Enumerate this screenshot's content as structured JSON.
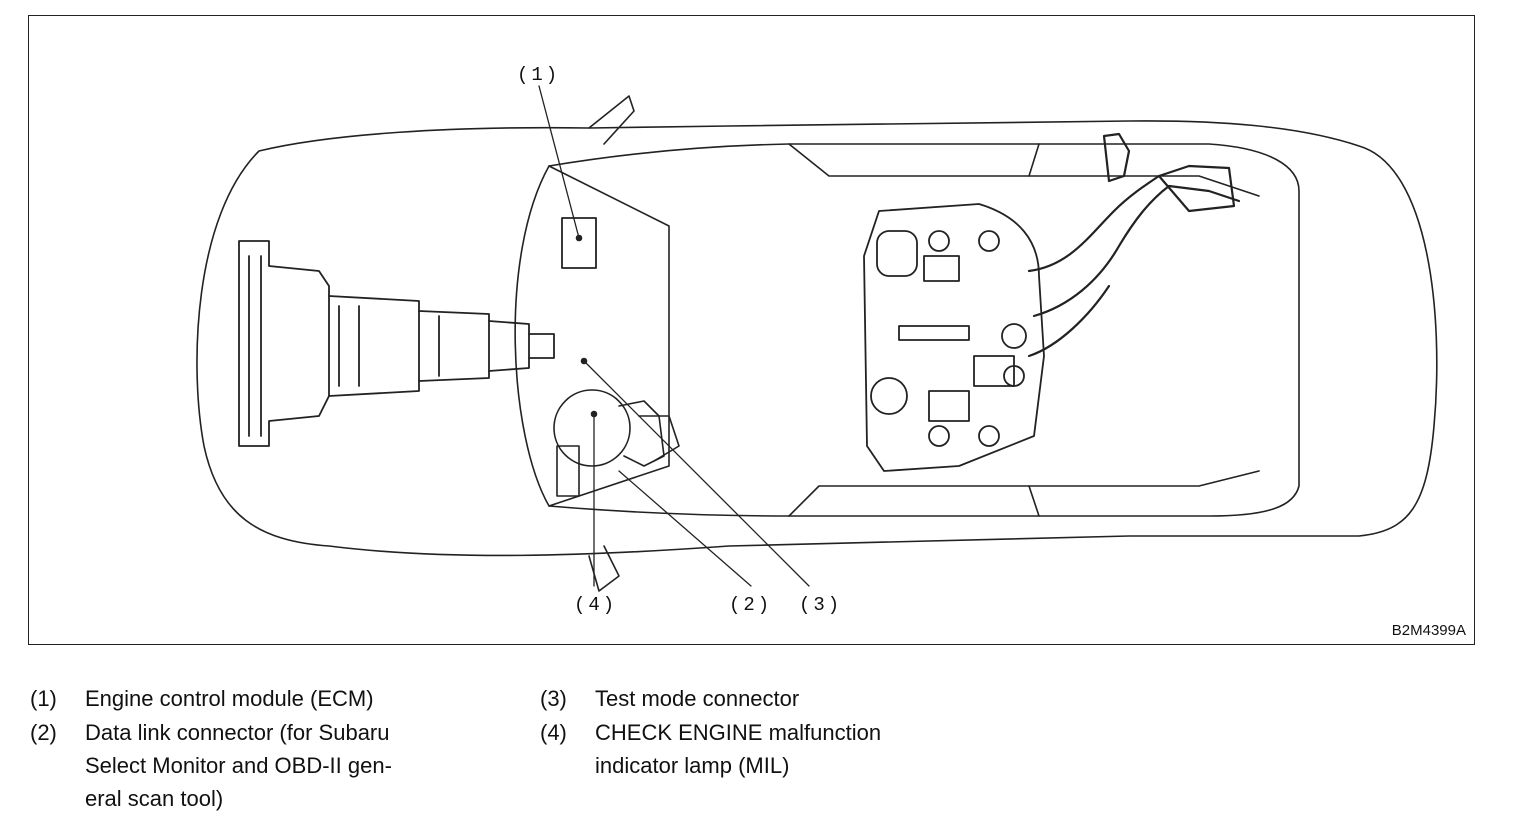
{
  "figure": {
    "code": "B2M4399A",
    "callouts": {
      "c1": "(1)",
      "c2": "(2)",
      "c3": "(3)",
      "c4": "(4)"
    }
  },
  "legend": [
    {
      "num": "(1)",
      "text": "Engine control module (ECM)"
    },
    {
      "num": "(2)",
      "text": "Data link connector (for Subaru\nSelect Monitor and OBD-II gen-\neral scan tool)"
    },
    {
      "num": "(3)",
      "text": "Test mode connector"
    },
    {
      "num": "(4)",
      "text": "CHECK ENGINE malfunction\nindicator lamp (MIL)"
    }
  ]
}
